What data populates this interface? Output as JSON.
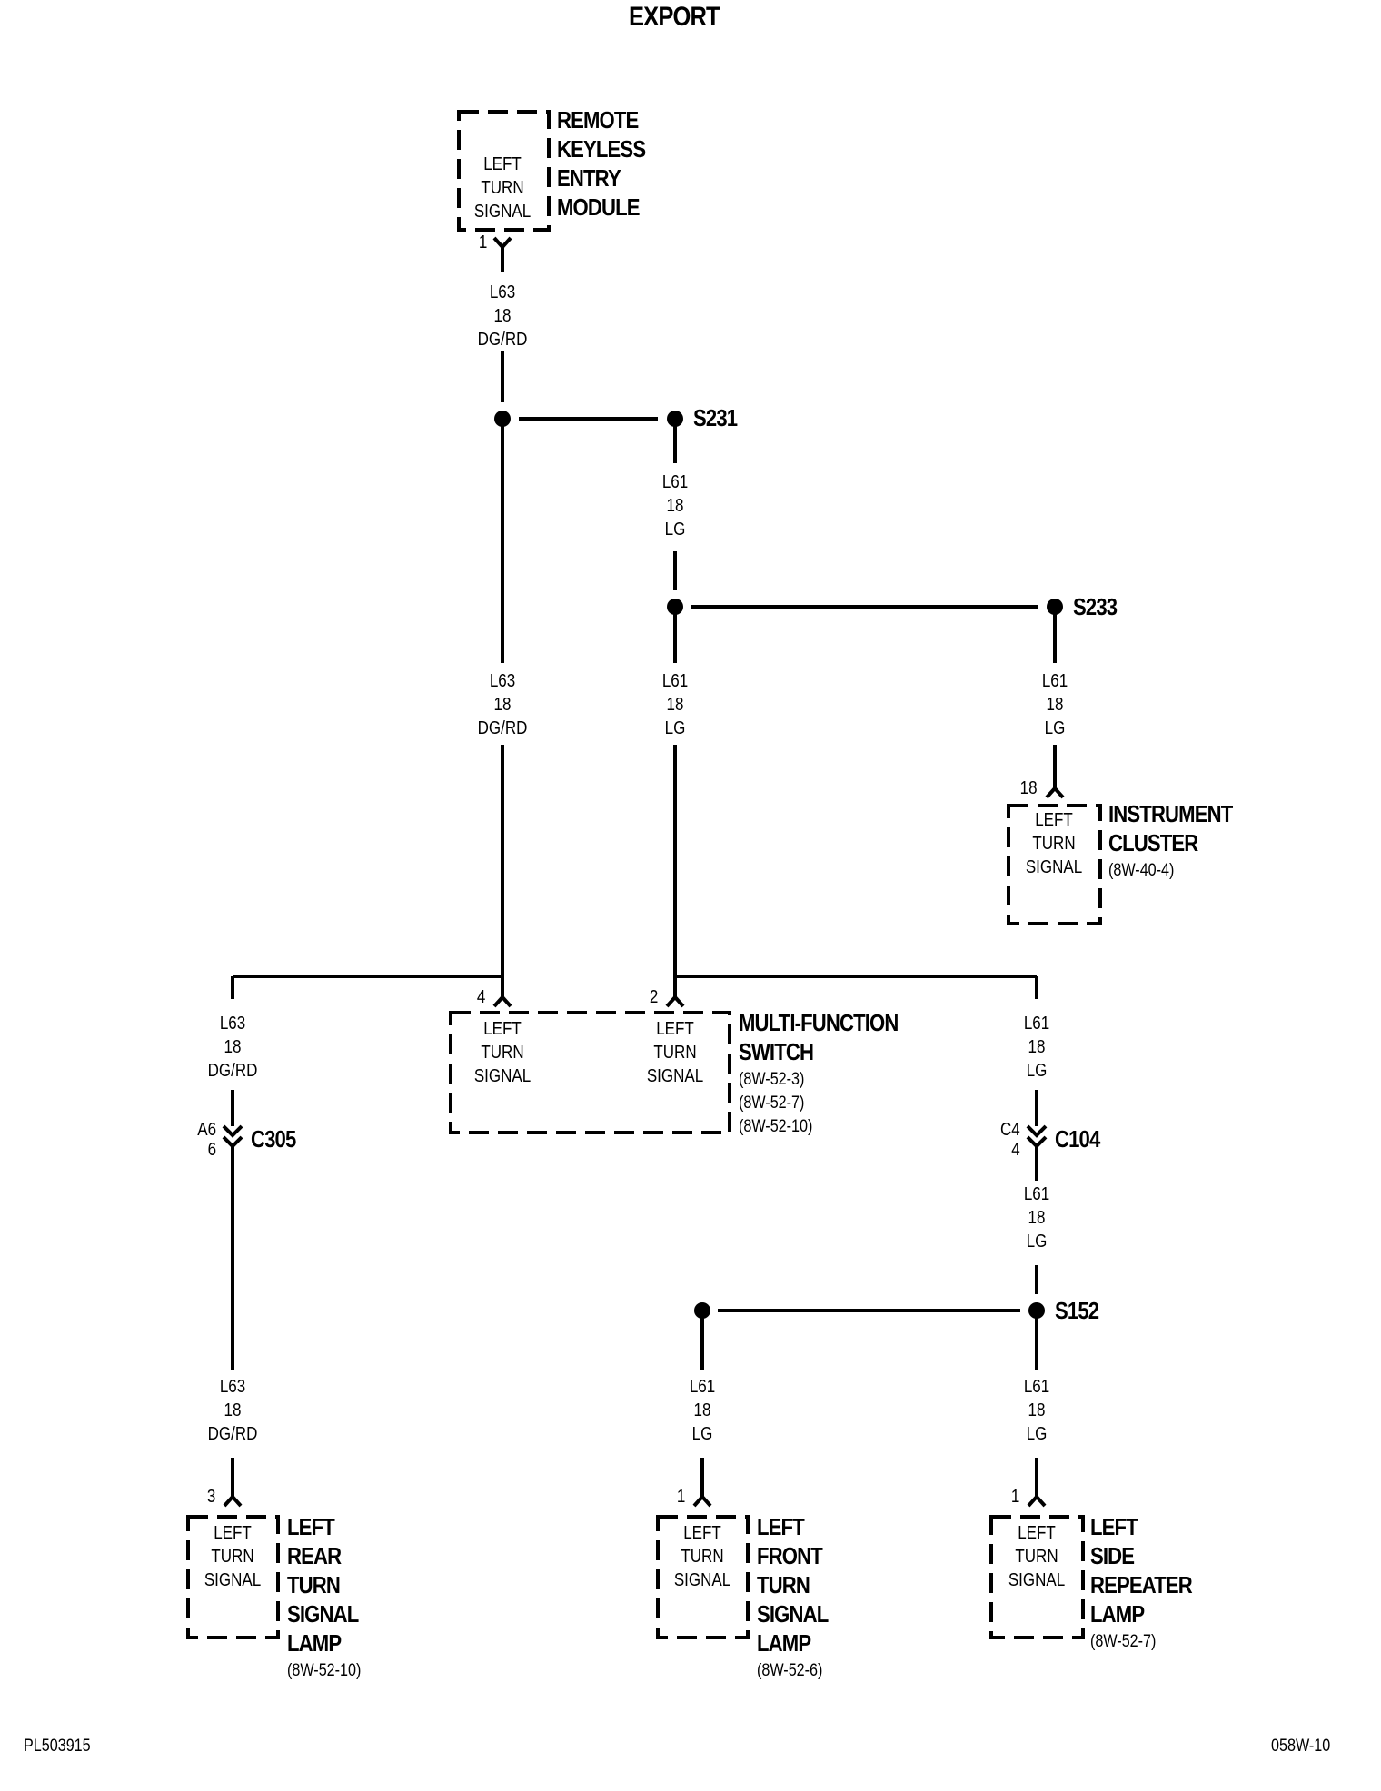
{
  "title": "EXPORT",
  "footer": {
    "left": "PL503915",
    "right": "058W-10"
  },
  "splices": {
    "s231": "S231",
    "s233": "S233",
    "s152": "S152"
  },
  "connectors": {
    "c305": "C305",
    "c104": "C104",
    "c305_pins": "A6\n6",
    "c104_pins": "C4\n4"
  },
  "wires": {
    "l63": "L63\n18\nDG/RD",
    "l61": "L61\n18\nLG"
  },
  "box_label": "LEFT\nTURN\nSIGNAL",
  "components": {
    "rke": {
      "name": "REMOTE\nKEYLESS\nENTRY\nMODULE",
      "pin": "1"
    },
    "cluster": {
      "name": "INSTRUMENT\nCLUSTER",
      "ref": "(8W-40-4)",
      "pin": "18"
    },
    "mfs": {
      "name": "MULTI-FUNCTION\nSWITCH",
      "ref": "(8W-52-3)\n(8W-52-7)\n(8W-52-10)",
      "pin_a": "4",
      "pin_b": "2"
    },
    "rear": {
      "name": "LEFT\nREAR\nTURN\nSIGNAL\nLAMP",
      "ref": "(8W-52-10)",
      "pin": "3"
    },
    "front": {
      "name": "LEFT\nFRONT\nTURN\nSIGNAL\nLAMP",
      "ref": "(8W-52-6)",
      "pin": "1"
    },
    "repeater": {
      "name": "LEFT\nSIDE\nREPEATER\nLAMP",
      "ref": "(8W-52-7)",
      "pin": "1"
    }
  }
}
